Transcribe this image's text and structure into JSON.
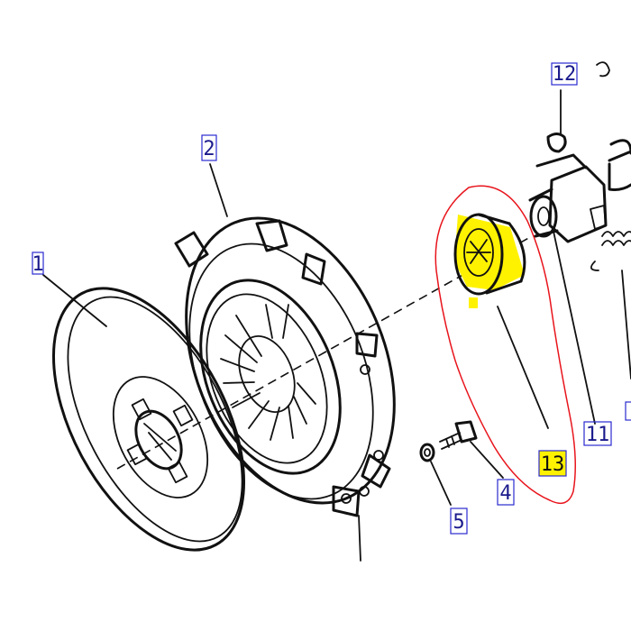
{
  "diagram": {
    "colors": {
      "ink": "#111111",
      "callout_box": "#2a2ad0",
      "callout_text": "#1a1a8c",
      "highlight": "#fff200",
      "selection_outline": "#e8141c"
    },
    "callouts": [
      {
        "id": "clutch-disc",
        "label": "1"
      },
      {
        "id": "pressure-plate",
        "label": "2"
      },
      {
        "id": "bolt",
        "label": "4"
      },
      {
        "id": "washer",
        "label": "5"
      },
      {
        "id": "release-bearing",
        "label": "11"
      },
      {
        "id": "clip",
        "label": "12"
      },
      {
        "id": "bearing-sleeve",
        "label": "13",
        "highlighted": true
      }
    ]
  }
}
